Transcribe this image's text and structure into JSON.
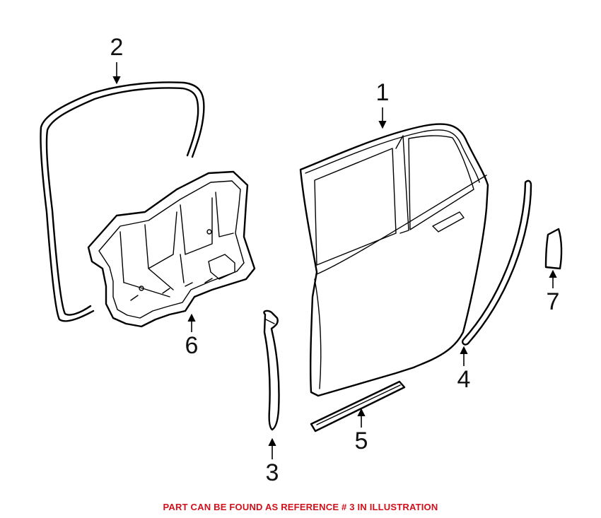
{
  "callouts": {
    "door_shell": "1",
    "window_frame_seal": "2",
    "lower_door_seal": "3",
    "rear_edge_seal": "4",
    "sill_trim": "5",
    "inner_panel_carrier": "6",
    "trim_piece": "7"
  },
  "note": {
    "text": "PART CAN BE FOUND AS REFERENCE # 3 IN ILLUSTRATION",
    "color": "#d0101a"
  }
}
